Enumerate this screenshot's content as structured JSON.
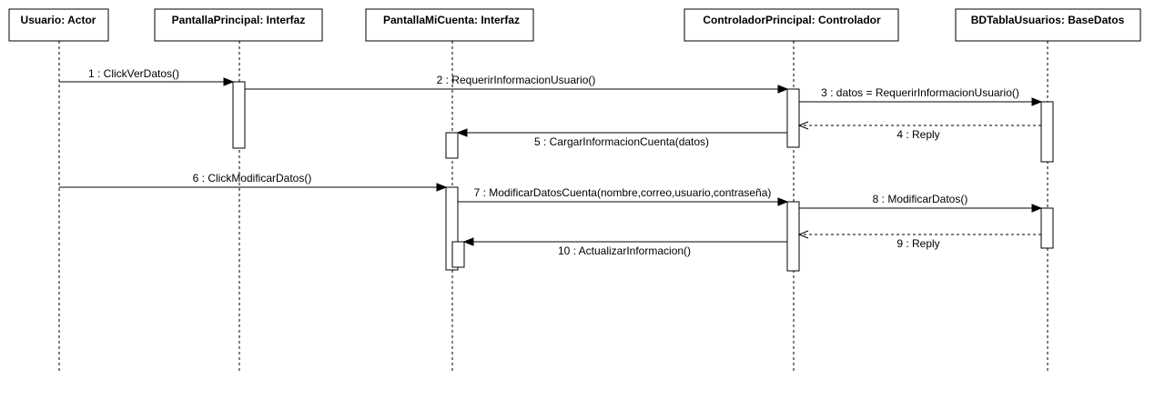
{
  "participants": [
    {
      "id": "usuario",
      "label": "Usuario: Actor"
    },
    {
      "id": "principal",
      "label": "PantallaPrincipal: Interfaz"
    },
    {
      "id": "micuenta",
      "label": "PantallaMiCuenta: Interfaz"
    },
    {
      "id": "controlador",
      "label": "ControladorPrincipal: Controlador"
    },
    {
      "id": "bd",
      "label": "BDTablaUsuarios: BaseDatos"
    }
  ],
  "messages": [
    {
      "label": "1 : ClickVerDatos()",
      "from": "usuario",
      "to": "principal",
      "kind": "sync"
    },
    {
      "label": "2 : RequerirInformacionUsuario()",
      "from": "principal",
      "to": "controlador",
      "kind": "sync"
    },
    {
      "label": "3 : datos = RequerirInformacionUsuario()",
      "from": "controlador",
      "to": "bd",
      "kind": "sync"
    },
    {
      "label": "4 : Reply",
      "from": "bd",
      "to": "controlador",
      "kind": "reply"
    },
    {
      "label": "5 : CargarInformacionCuenta(datos)",
      "from": "controlador",
      "to": "micuenta",
      "kind": "sync"
    },
    {
      "label": "6 : ClickModificarDatos()",
      "from": "usuario",
      "to": "micuenta",
      "kind": "sync"
    },
    {
      "label": "7 : ModificarDatosCuenta(nombre,correo,usuario,contraseña)",
      "from": "micuenta",
      "to": "controlador",
      "kind": "sync"
    },
    {
      "label": "8 : ModificarDatos()",
      "from": "controlador",
      "to": "bd",
      "kind": "sync"
    },
    {
      "label": "9 : Reply",
      "from": "bd",
      "to": "controlador",
      "kind": "reply"
    },
    {
      "label": "10 : ActualizarInformacion()",
      "from": "controlador",
      "to": "micuenta",
      "kind": "sync"
    }
  ]
}
